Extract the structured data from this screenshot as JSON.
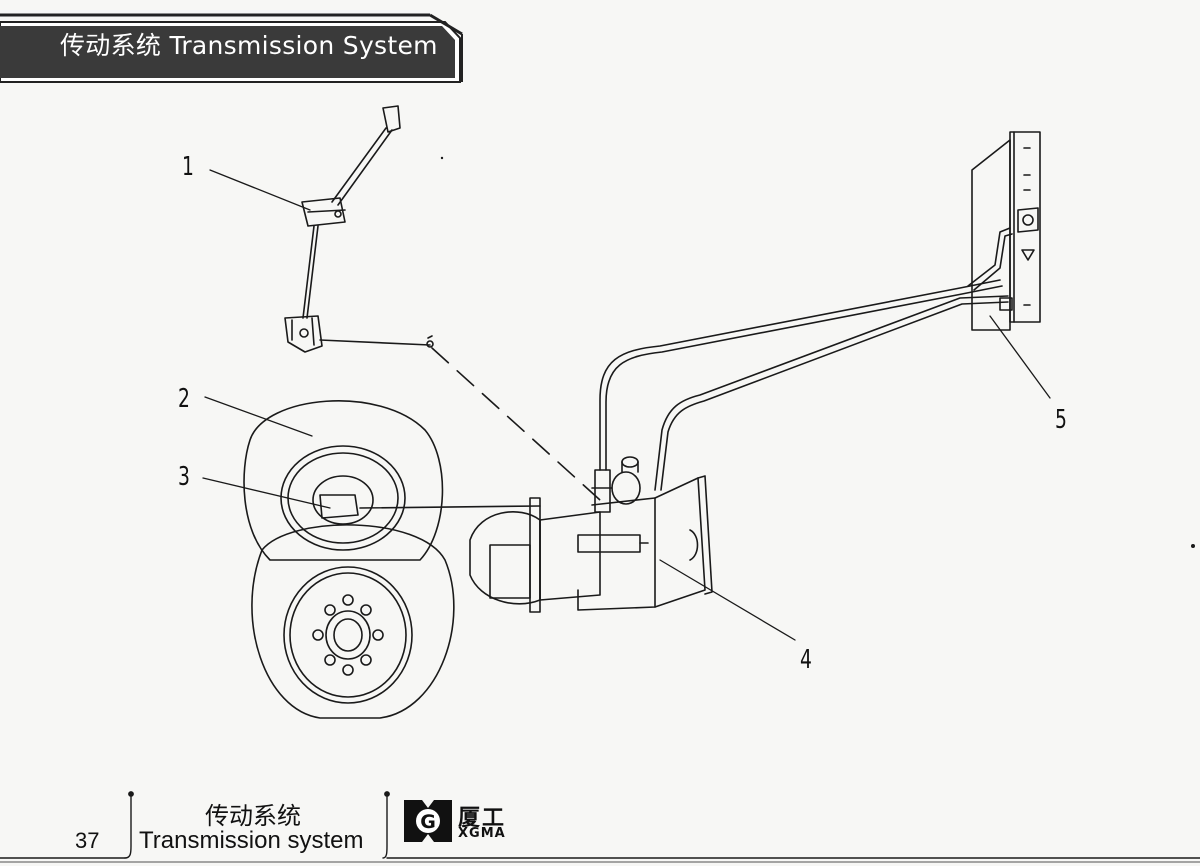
{
  "header": {
    "title": "传动系统  Transmission System"
  },
  "callouts": [
    "1",
    "2",
    "3",
    "4",
    "5"
  ],
  "footer": {
    "page_number": "37",
    "section_cn": "传动系统",
    "section_en": "Transmission system",
    "brand_cn": "厦工",
    "brand_en": "XGMA",
    "logo_letter": "G"
  },
  "colors": {
    "header_band": "#3a3a3a",
    "line_art": "#1a1a1a",
    "paper": "#f7f7f5"
  }
}
